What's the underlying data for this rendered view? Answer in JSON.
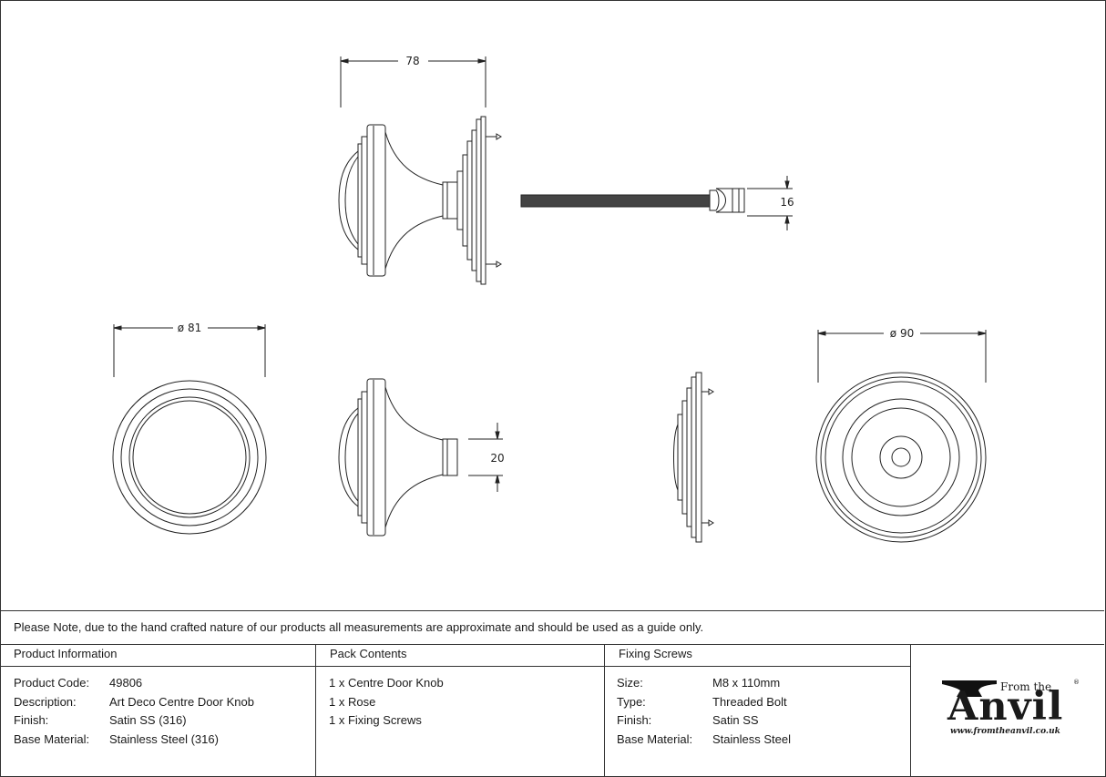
{
  "dimensions": {
    "width": "78",
    "bolt_diameter": "16",
    "knob_diameter": "ø 81",
    "spindle_diameter": "20",
    "rose_diameter": "ø 90"
  },
  "note": "Please Note, due to the hand crafted nature of our products all measurements are approximate and should be used as a guide only.",
  "product_information": {
    "header": "Product Information",
    "rows": [
      {
        "key": "Product Code:",
        "value": "49806"
      },
      {
        "key": "Description:",
        "value": "Art Deco Centre Door Knob"
      },
      {
        "key": "Finish:",
        "value": "Satin SS (316)"
      },
      {
        "key": "Base Material:",
        "value": "Stainless Steel (316)"
      }
    ]
  },
  "pack_contents": {
    "header": "Pack Contents",
    "items": [
      "1 x Centre Door Knob",
      "1 x Rose",
      "1 x Fixing Screws"
    ]
  },
  "fixing_screws": {
    "header": "Fixing Screws",
    "rows": [
      {
        "key": "Size:",
        "value": "M8 x 110mm"
      },
      {
        "key": "Type:",
        "value": "Threaded Bolt"
      },
      {
        "key": "Finish:",
        "value": "Satin SS"
      },
      {
        "key": "Base Material:",
        "value": "Stainless Steel"
      }
    ]
  },
  "logo": {
    "from": "From the",
    "word": "Anvil",
    "registered": "®",
    "url": "www.fromtheanvil.co.uk"
  }
}
